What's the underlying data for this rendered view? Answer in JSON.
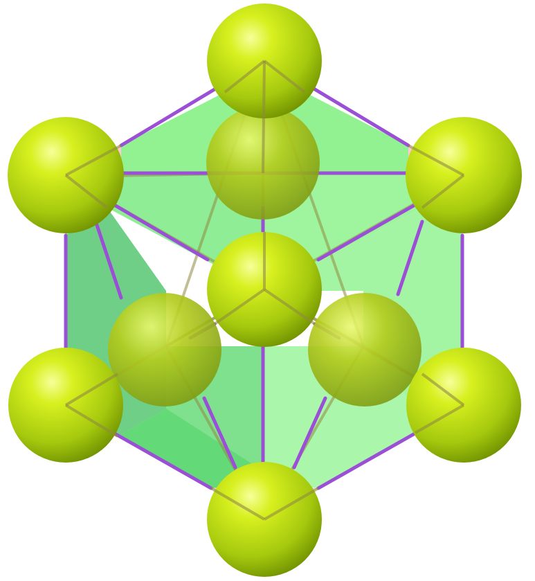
{
  "scene": {
    "kind": "crystal-structure",
    "colors": {
      "background": "#ffffff",
      "atom": "#a8d012",
      "atom_dark": "#6f8f00",
      "bond": "#9b4fd6",
      "face": "#7ff07f",
      "face_dark": "#3fbf5f",
      "corner_face": "#ffb0c8",
      "inner_spoke": "#8f8a40"
    },
    "atoms": [
      {
        "id": "corner-top"
      },
      {
        "id": "corner-upper-left"
      },
      {
        "id": "corner-upper-right"
      },
      {
        "id": "corner-lower-left"
      },
      {
        "id": "corner-lower-right"
      },
      {
        "id": "corner-bottom"
      },
      {
        "id": "face-center-top"
      },
      {
        "id": "face-center-front"
      },
      {
        "id": "face-center-left"
      },
      {
        "id": "face-center-right"
      }
    ]
  }
}
